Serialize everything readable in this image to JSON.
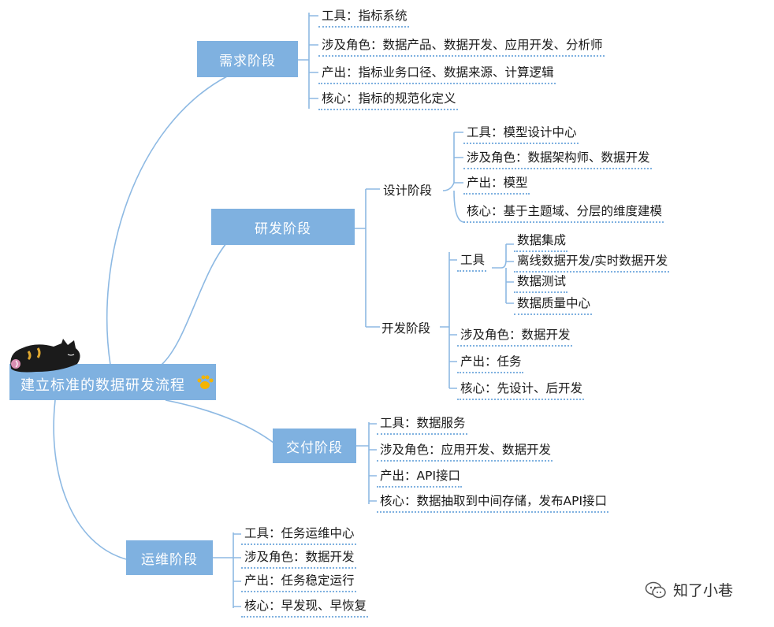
{
  "root": {
    "label": "建立标准的数据研发流程"
  },
  "stages": {
    "requirement": {
      "label": "需求阶段",
      "items": [
        "工具：指标系统",
        "涉及角色：数据产品、数据开发、应用开发、分析师",
        "产出：指标业务口径、数据来源、计算逻辑",
        "核心：指标的规范化定义"
      ]
    },
    "development": {
      "label": "研发阶段",
      "design": {
        "label": "设计阶段",
        "items": [
          "工具：模型设计中心",
          "涉及角色：数据架构师、数据开发",
          "产出：模型",
          "核心：基于主题域、分层的维度建模"
        ]
      },
      "dev": {
        "label": "开发阶段",
        "tools_label": "工具",
        "tools": [
          "数据集成",
          "离线数据开发/实时数据开发",
          "数据测试",
          "数据质量中心"
        ],
        "items": [
          "涉及角色：数据开发",
          "产出：任务",
          "核心：先设计、后开发"
        ]
      }
    },
    "delivery": {
      "label": "交付阶段",
      "items": [
        "工具：数据服务",
        "涉及角色：应用开发、数据开发",
        "产出：API接口",
        "核心：数据抽取到中间存储，发布API接口"
      ]
    },
    "operations": {
      "label": "运维阶段",
      "items": [
        "工具：任务运维中心",
        "涉及角色：数据开发",
        "产出：任务稳定运行",
        "核心：早发现、早恢复"
      ]
    }
  },
  "watermark": {
    "text": "知了小巷",
    "icon": "wechat-icon"
  },
  "colors": {
    "node_fill": "#7fb1e0",
    "line": "#7fb1e0",
    "underline": "#7fb1e0"
  }
}
